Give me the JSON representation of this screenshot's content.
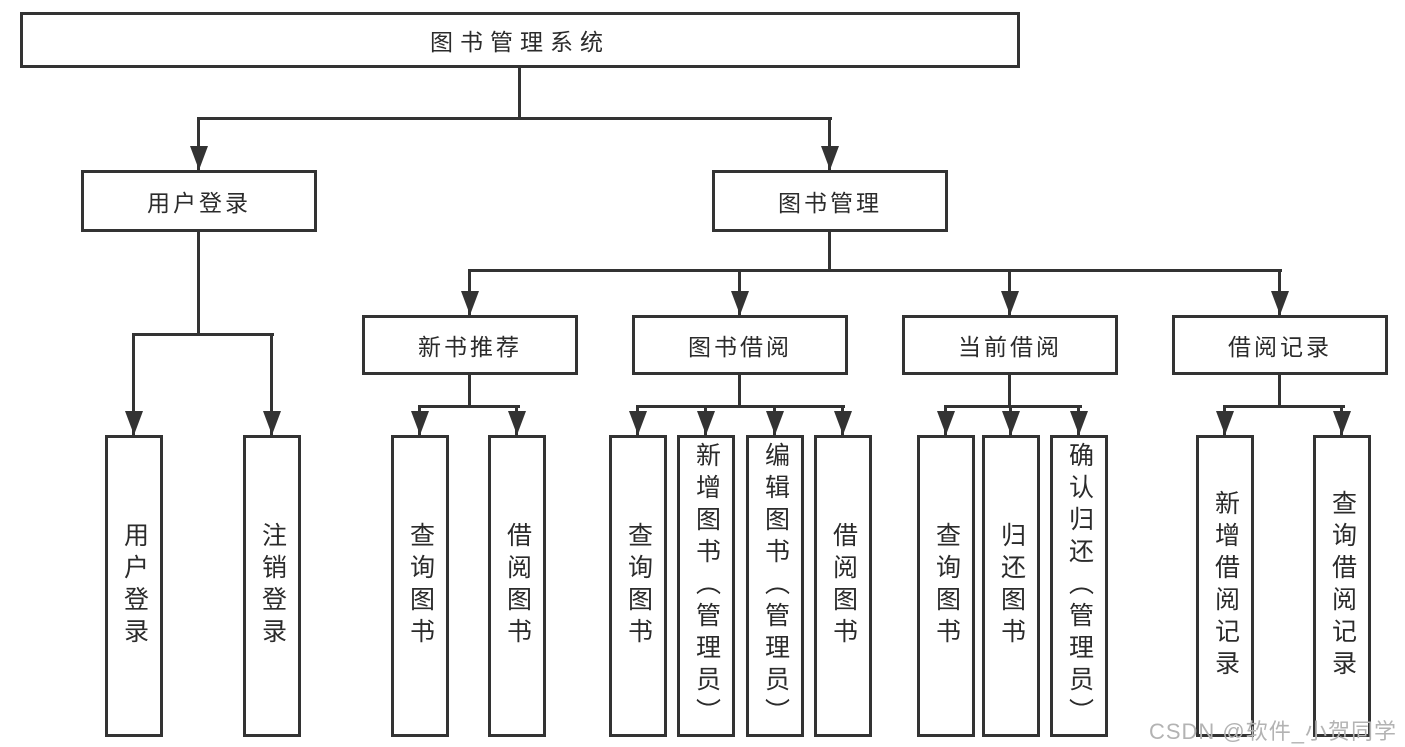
{
  "diagram": {
    "tree": {
      "label": "图书管理系统",
      "children": [
        {
          "label": "用户登录",
          "children": [
            {
              "label": "用户登录"
            },
            {
              "label": "注销登录"
            }
          ]
        },
        {
          "label": "图书管理",
          "children": [
            {
              "label": "新书推荐",
              "children": [
                {
                  "label": "查询图书"
                },
                {
                  "label": "借阅图书"
                }
              ]
            },
            {
              "label": "图书借阅",
              "children": [
                {
                  "label": "查询图书"
                },
                {
                  "label": "新增图书（管理员）"
                },
                {
                  "label": "编辑图书（管理员）"
                },
                {
                  "label": "借阅图书"
                }
              ]
            },
            {
              "label": "当前借阅",
              "children": [
                {
                  "label": "查询图书"
                },
                {
                  "label": "归还图书"
                },
                {
                  "label": "确认归还（管理员）"
                }
              ]
            },
            {
              "label": "借阅记录",
              "children": [
                {
                  "label": "新增借阅记录"
                },
                {
                  "label": "查询借阅记录"
                }
              ]
            }
          ]
        }
      ]
    }
  },
  "watermark": {
    "text": "CSDN @软件_小贺同学"
  },
  "colors": {
    "line": "#333333",
    "text": "#2b2b2b",
    "watermark": "#b3b3b3",
    "background": "#ffffff"
  }
}
